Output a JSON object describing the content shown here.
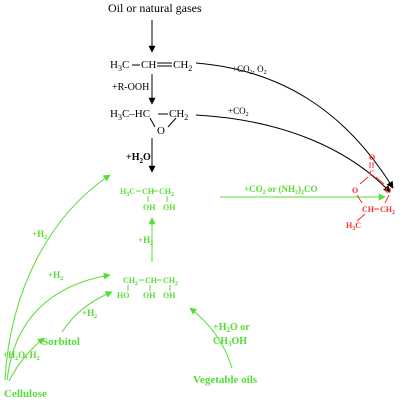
{
  "colors": {
    "black": "#000000",
    "green": "#55dd33",
    "red": "#ff2a2a"
  },
  "top": {
    "label": "Oil or natural gases"
  },
  "propene": {
    "h3c": "H",
    "h3c_sub": "3",
    "c": "C",
    "ch": "CH",
    "ch2": "CH",
    "ch2_sub": "2"
  },
  "step_roo": {
    "label": "+R-OOH"
  },
  "epoxide": {
    "h3c": "H",
    "h3c_sub": "3",
    "c_hc": "C–HC",
    "ch2": "CH",
    "ch2_sub": "2",
    "o": "O"
  },
  "step_h2o": {
    "label_plus": "+H",
    "label_sub": "2",
    "label_o": "O"
  },
  "arrow_co2_o2": {
    "label": "+CO",
    "sub": "2",
    "rest": ", O",
    "sub2": "2"
  },
  "arrow_co2": {
    "label": "+CO",
    "sub": "2"
  },
  "glycol": {
    "h3c": "H",
    "h3c_sub": "3",
    "c": "C",
    "ch": "CH",
    "ch2": "CH",
    "ch2_sub": "2",
    "oh1": "OH",
    "oh2": "OH"
  },
  "arrow_co2_urea": {
    "label": "+CO",
    "sub": "2",
    "rest": " or (NH",
    "sub2": "2",
    "end": ")",
    "sub3": "2",
    "tail": "CO"
  },
  "carbonate": {
    "o_top": "O",
    "c": "C",
    "o_left": "O",
    "o_right": "O",
    "ch": "CH",
    "ch2": "CH",
    "ch2_sub": "2",
    "h3c": "H",
    "h3c_sub": "3",
    "c2": "C"
  },
  "step_h2_up": {
    "label": "+H",
    "sub": "2"
  },
  "glycerol": {
    "ch2a": "CH",
    "ch2a_sub": "2",
    "ch": "CH",
    "ch2b": "CH",
    "ch2b_sub": "2",
    "ho": "HO",
    "oh1": "OH",
    "oh2": "OH"
  },
  "cellulose_h2_top": {
    "label": "+H",
    "sub": "2"
  },
  "cellulose_h2_mid": {
    "label": "+H",
    "sub": "2"
  },
  "sorbitol_h2": {
    "label": "+H",
    "sub": "2"
  },
  "sorbitol": {
    "label": "Sorbitol"
  },
  "cellulose_h2o": {
    "label": "+H",
    "sub": "2",
    "rest": "O, H",
    "sub2": "2"
  },
  "cellulose": {
    "label": "Cellulose"
  },
  "veg_step": {
    "line1": "+H",
    "line1_sub": "2",
    "line1_rest": "O or",
    "line2": "CH",
    "line2_sub": "3",
    "line2_rest": "OH"
  },
  "vegetable_oils": {
    "label": "Vegetable oils"
  }
}
